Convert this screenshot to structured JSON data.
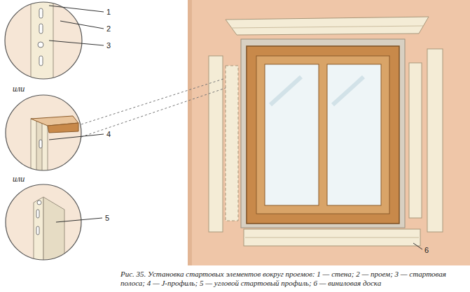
{
  "diagram": {
    "caption": "Рис. 35. Установка стартовых элементов вокруг проемов: 1 — стена; 2 — проем; 3 — стартовая полоса; 4 — J-профиль; 5 — угловой стартовый профиль; 6 — виниловая доска",
    "labels": [
      "1",
      "2",
      "3",
      "или",
      "4",
      "или",
      "5",
      "6"
    ]
  }
}
